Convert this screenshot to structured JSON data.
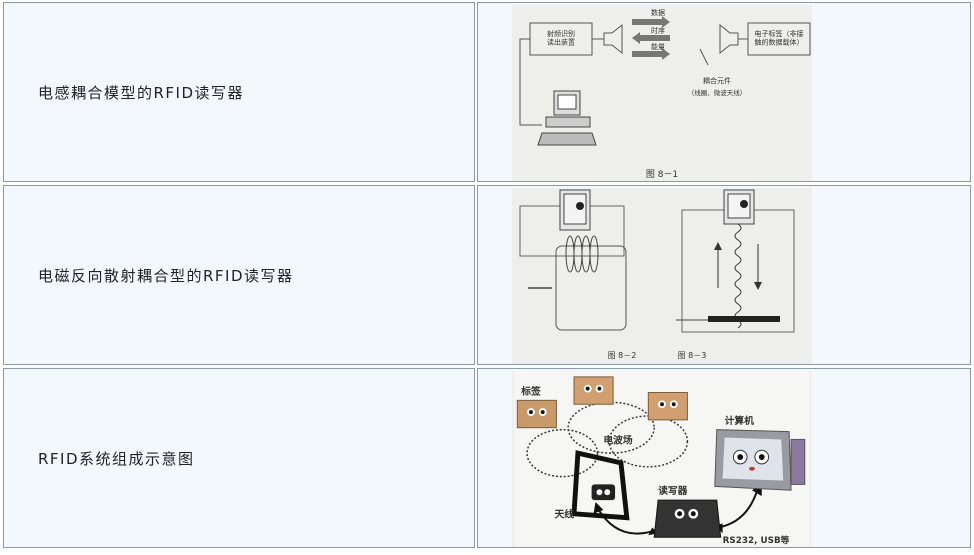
{
  "rows": [
    {
      "label": "电感耦合模型的RFID读写器",
      "figure": {
        "reader_box": "射频识别\n读出装置",
        "arrow_data": "数据",
        "arrow_clock": "时序",
        "arrow_energy": "能量",
        "tag_box": "电子标签（非接\n触的数据载体）",
        "coupling": "耦合元件",
        "coupling_sub": "（线圈、微波天线）",
        "caption": "图 8－1"
      }
    },
    {
      "label": "电磁反向散射耦合型的RFID读写器",
      "figure": {
        "caption_left": "图 8－2",
        "caption_right": "图 8－3"
      }
    },
    {
      "label": "RFID系统组成示意图",
      "figure": {
        "tag_label": "标签",
        "field_label": "电波场",
        "computer_label": "计算机",
        "antenna_label": "天线",
        "reader_label": "读写器",
        "interface_label": "RS232, USB等"
      }
    }
  ],
  "colors": {
    "cell_bg": "#f3f8fd",
    "border": "#8a9aa8",
    "figure_bg": "#f0f0ee"
  }
}
